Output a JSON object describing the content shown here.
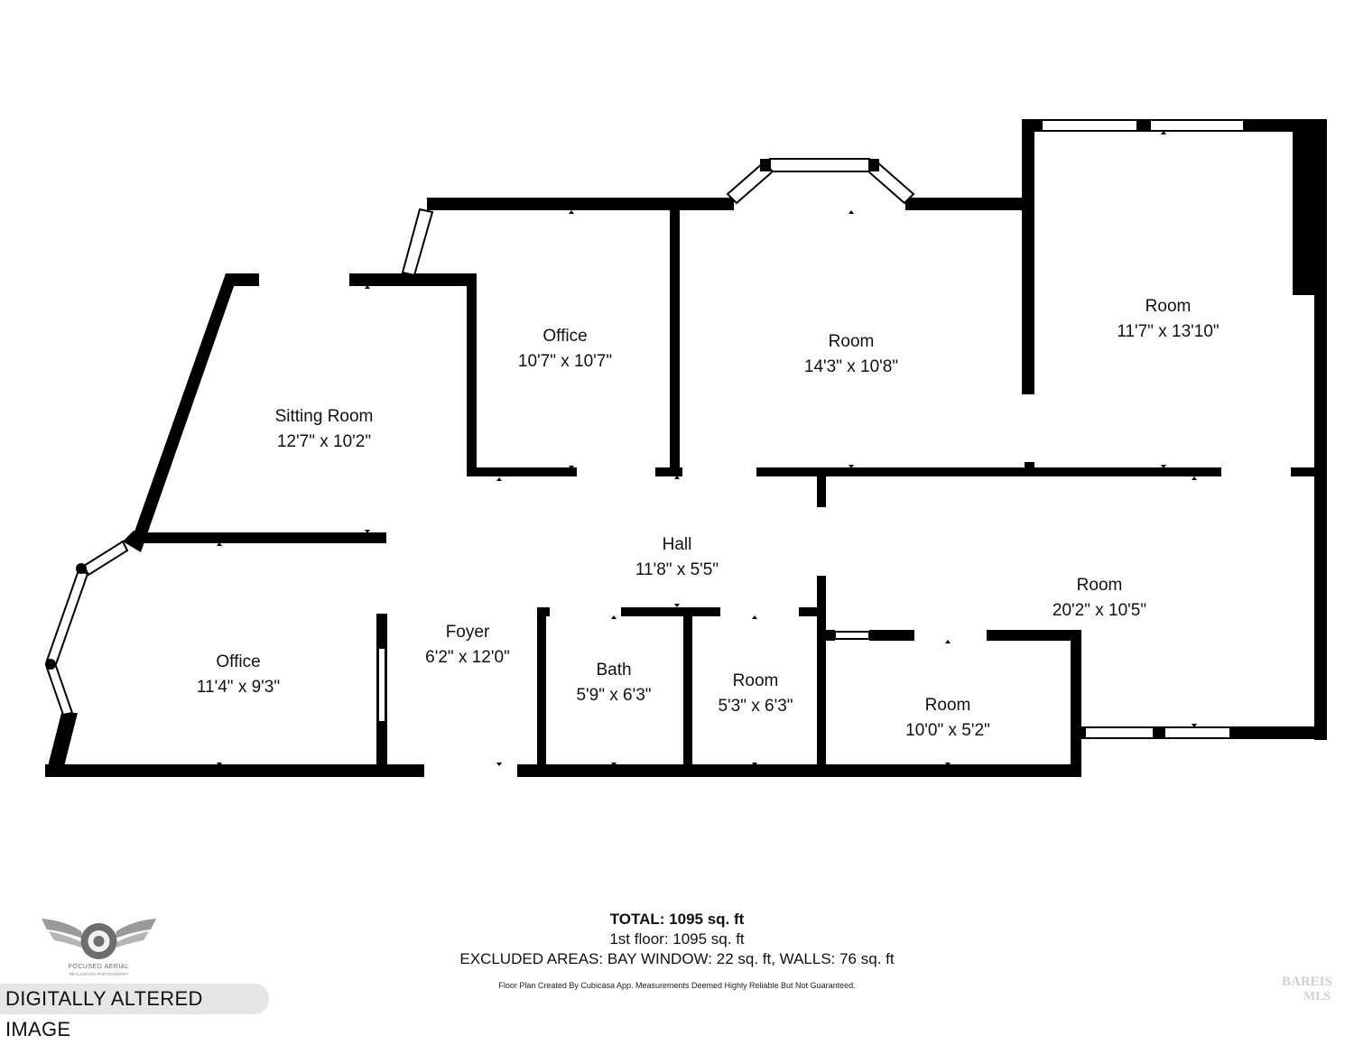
{
  "rooms": [
    {
      "name": "Sitting Room",
      "dims": "12'7\" x 10'2\""
    },
    {
      "name": "Office",
      "dims": "10'7\" x 10'7\""
    },
    {
      "name": "Room",
      "dims": "14'3\" x 10'8\""
    },
    {
      "name": "Room",
      "dims": "11'7\" x 13'10\""
    },
    {
      "name": "Hall",
      "dims": "11'8\" x 5'5\""
    },
    {
      "name": "Room",
      "dims": "20'2\" x 10'5\""
    },
    {
      "name": "Office",
      "dims": "11'4\" x 9'3\""
    },
    {
      "name": "Foyer",
      "dims": "6'2\" x 12'0\""
    },
    {
      "name": "Bath",
      "dims": "5'9\" x 6'3\""
    },
    {
      "name": "Room",
      "dims": "5'3\" x 6'3\""
    },
    {
      "name": "Room",
      "dims": "10'0\" x 5'2\""
    }
  ],
  "totals": {
    "total_label": "TOTAL: 1095 sq. ft",
    "first_floor": "1st floor: 1095 sq. ft",
    "excluded": "EXCLUDED AREAS: BAY WINDOW: 22 sq. ft, WALLS: 76 sq. ft"
  },
  "footnote": "Floor Plan Created By Cubicasa App. Measurements Deemed Highly Reliable But Not Guaranteed.",
  "badge": "DIGITALLY ALTERED IMAGE",
  "logo": {
    "name": "FOCUSED AERIAL",
    "sub": "REAL ESTATE PHOTOGRAPHY"
  },
  "mls": {
    "line1": "BAREIS",
    "line2": "MLS"
  },
  "colors": {
    "wall": "#000000",
    "window": "#ffffff",
    "badge_bg": "#e6e6e6"
  }
}
